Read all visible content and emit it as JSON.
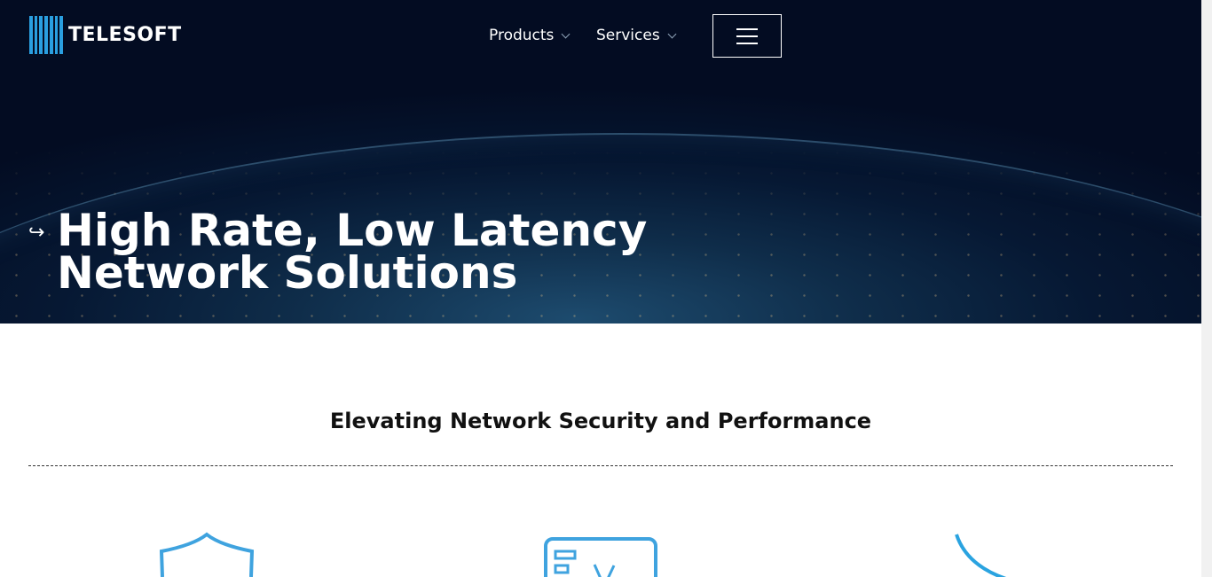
{
  "header": {
    "logo_text": "TELESOFT",
    "nav": [
      {
        "label": "Products"
      },
      {
        "label": "Services"
      }
    ],
    "menu_icon": "hamburger-icon"
  },
  "hero": {
    "arrow_icon": "arrow-right-hook-icon",
    "title": "High Rate, Low Latency Network Solutions"
  },
  "section": {
    "title": "Elevating Network Security and Performance",
    "icons": [
      "shield-icon",
      "dashboard-chart-icon",
      "arc-icon"
    ]
  },
  "colors": {
    "accent": "#3fa3df",
    "hero_bg": "#061833"
  }
}
